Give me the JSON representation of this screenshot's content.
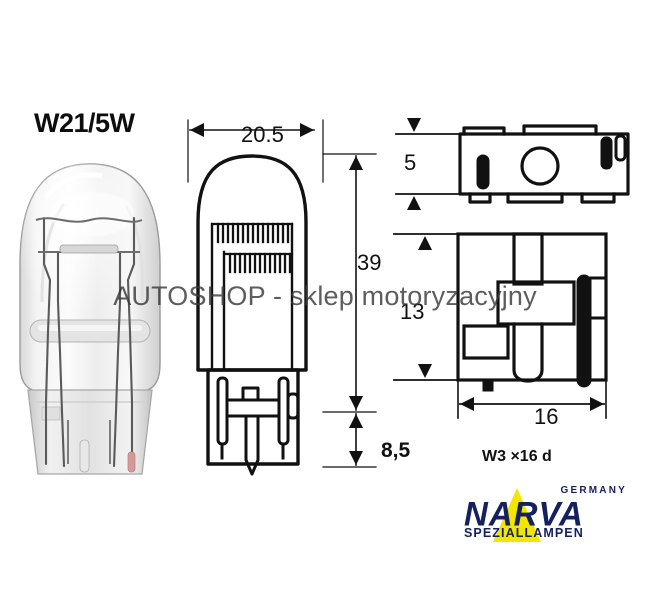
{
  "product": {
    "title": "W21/5W",
    "base_designation": "W3 ×16 d"
  },
  "watermark": {
    "text": "AUTOSHOP - sklep motoryzacyjny"
  },
  "dimensions": {
    "width_mm": "20.5",
    "height_mm": "39",
    "base_height_mm": "8,5",
    "top_view_depth_mm": "5",
    "front_view_height_mm": "13",
    "front_view_width_mm": "16"
  },
  "brand": {
    "name": "NARVA",
    "country": "GERMANY",
    "tagline": "SPEZIALLAMPEN",
    "color": "#15205e",
    "accent_color": "#f2e500"
  },
  "colors": {
    "background": "#ffffff",
    "line": "#111111",
    "text": "#0d0d0d"
  }
}
